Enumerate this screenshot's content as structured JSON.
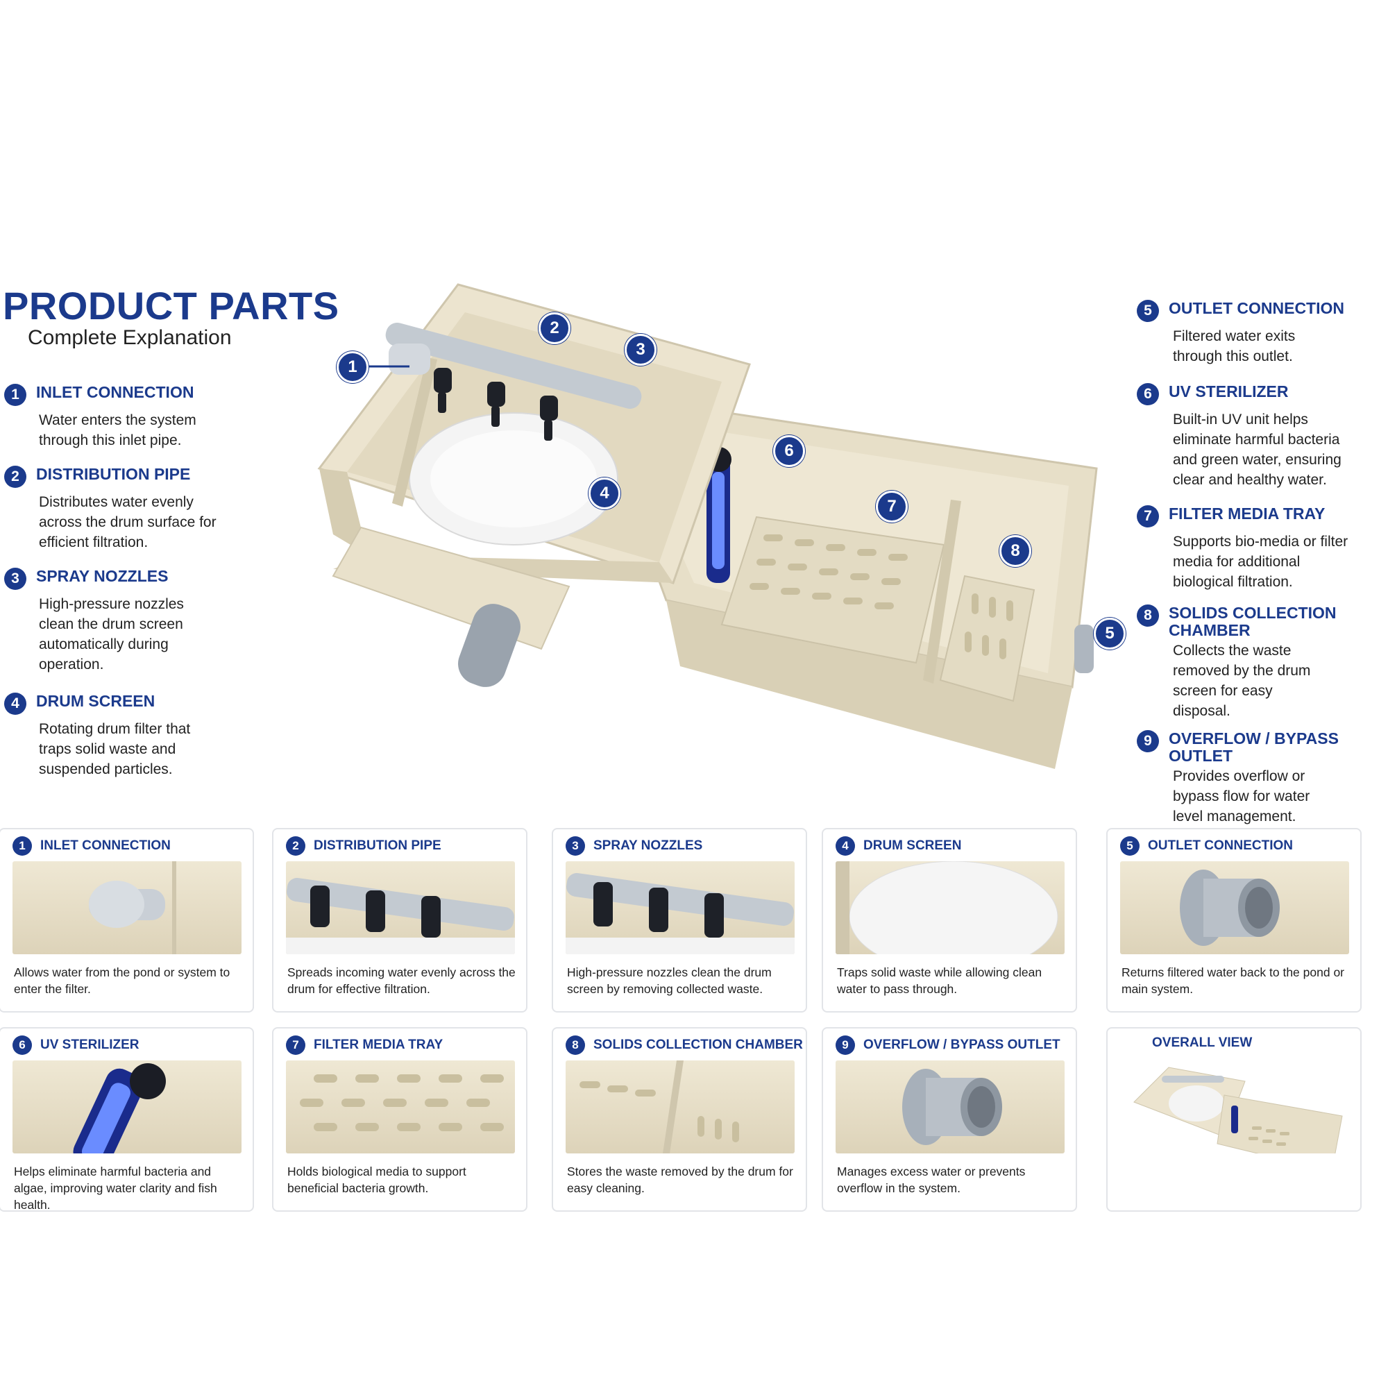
{
  "header": {
    "title": "PRODUCT PARTS",
    "subtitle": "Complete Explanation"
  },
  "colors": {
    "accent": "#1b3a8c",
    "housing": "#efe8d4",
    "pipe": "#b9c0c8",
    "uv": "#2a4bd7"
  },
  "parts": [
    {
      "num": "1",
      "name": "INLET CONNECTION",
      "desc": "Water enters the system through this inlet pipe."
    },
    {
      "num": "2",
      "name": "DISTRIBUTION PIPE",
      "desc": "Distributes water evenly across the drum surface for efficient filtration."
    },
    {
      "num": "3",
      "name": "SPRAY NOZZLES",
      "desc": "High-pressure nozzles clean the drum screen automatically during operation."
    },
    {
      "num": "4",
      "name": "DRUM SCREEN",
      "desc": "Rotating drum filter that traps solid waste and suspended particles."
    },
    {
      "num": "5",
      "name": "OUTLET CONNECTION",
      "desc": "Filtered water exits through this outlet."
    },
    {
      "num": "6",
      "name": "UV STERILIZER",
      "desc": "Built-in UV unit helps eliminate harmful bacteria and green water, ensuring clear and healthy water."
    },
    {
      "num": "7",
      "name": "FILTER MEDIA TRAY",
      "desc": "Supports bio-media or filter media for additional biological filtration."
    },
    {
      "num": "8",
      "name": "SOLIDS COLLECTION CHAMBER",
      "desc": "Collects the waste removed by the drum screen for easy disposal."
    },
    {
      "num": "9",
      "name": "OVERFLOW / BYPASS OUTLET",
      "desc": "Provides overflow or bypass flow for water level management."
    }
  ],
  "cards": [
    {
      "num": "1",
      "name": "INLET CONNECTION",
      "desc": "Allows water from the pond or system to enter the filter."
    },
    {
      "num": "2",
      "name": "DISTRIBUTION PIPE",
      "desc": "Spreads incoming water evenly across the drum for effective filtration."
    },
    {
      "num": "3",
      "name": "SPRAY NOZZLES",
      "desc": "High-pressure nozzles clean the drum screen by removing collected waste."
    },
    {
      "num": "4",
      "name": "DRUM SCREEN",
      "desc": "Traps solid waste while allowing clean water to pass through."
    },
    {
      "num": "5",
      "name": "OUTLET CONNECTION",
      "desc": "Returns filtered water back to the pond or main system."
    },
    {
      "num": "6",
      "name": "UV STERILIZER",
      "desc": "Helps eliminate harmful bacteria and algae, improving water clarity and fish health."
    },
    {
      "num": "7",
      "name": "FILTER MEDIA TRAY",
      "desc": "Holds biological media to support beneficial bacteria growth."
    },
    {
      "num": "8",
      "name": "SOLIDS COLLECTION CHAMBER",
      "desc": "Stores the waste removed by the drum for easy cleaning."
    },
    {
      "num": "9",
      "name": "OVERFLOW / BYPASS OUTLET",
      "desc": "Manages excess water or prevents overflow in the system."
    },
    {
      "num": "",
      "name": "OVERALL VIEW",
      "desc": ""
    }
  ],
  "callouts": [
    "1",
    "2",
    "3",
    "4",
    "5",
    "6",
    "7",
    "8"
  ]
}
